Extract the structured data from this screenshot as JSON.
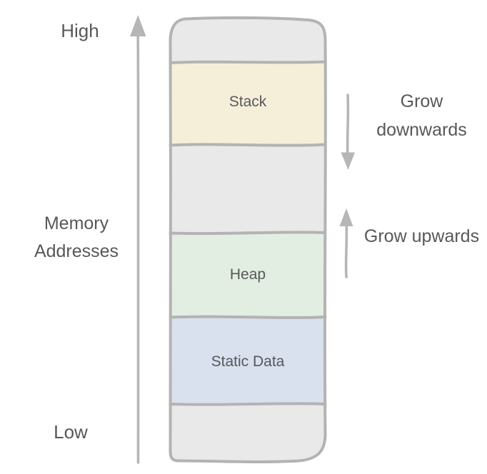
{
  "diagram": {
    "axis": {
      "high": "High",
      "low": "Low",
      "label": "Memory Addresses"
    },
    "column": {
      "segments": [
        {
          "id": "free-top",
          "label": ""
        },
        {
          "id": "stack",
          "label": "Stack"
        },
        {
          "id": "free-middle",
          "label": ""
        },
        {
          "id": "heap",
          "label": "Heap"
        },
        {
          "id": "static-data",
          "label": "Static Data"
        },
        {
          "id": "free-bottom",
          "label": ""
        }
      ]
    },
    "annotations": {
      "stack_growth": "Grow downwards",
      "heap_growth": "Grow upwards"
    },
    "colors": {
      "outline": "#b3b3b3",
      "arrow": "#b6b6b6",
      "text": "#58585a",
      "free_fill": "#e9e9e9",
      "stack_fill": "#f5efda",
      "heap_fill": "#e2eee1",
      "static_fill": "#d9e1ee"
    }
  }
}
